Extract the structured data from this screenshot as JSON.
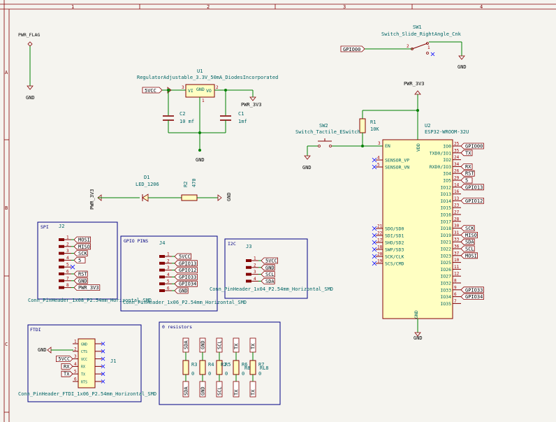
{
  "frame": {
    "cols": [
      "1",
      "2",
      "3",
      "4"
    ],
    "rows": [
      "A",
      "B",
      "C"
    ]
  },
  "pwr_flag": {
    "label": "PWR_FLAG",
    "gnd": "GND"
  },
  "u1": {
    "ref": "U1",
    "value": "RegulatorAdjustable_3.3V_50mA_DiodesIncorporated",
    "pins": {
      "vi": "VI",
      "gnd_pin": "GND",
      "vo": "VO",
      "p3": "3",
      "p2": "2",
      "p1": "1"
    },
    "in_label": "5VCC",
    "out_label": "PWR_3V3",
    "gnd": "GND"
  },
  "c2": {
    "ref": "C2",
    "value": "10 mf"
  },
  "c1": {
    "ref": "C1",
    "value": "1mf"
  },
  "sw1": {
    "ref": "SW1",
    "value": "Switch_Slide_RightAngle_Cnk",
    "label": "GPIO00",
    "p2": "2",
    "p1": "1",
    "gnd": "GND"
  },
  "sw2": {
    "ref": "SW2",
    "value": "Switch_Tactile_ESwitch",
    "gnd": "GND"
  },
  "r1": {
    "ref": "R1",
    "value": "10K"
  },
  "pwr3v3_top": "PWR_3V3",
  "d1": {
    "ref": "D1",
    "value": "LED_1206",
    "left_net": "PWR_3V3"
  },
  "r2": {
    "ref": "R2",
    "value": "470",
    "gnd": "GND"
  },
  "u2": {
    "ref": "U2",
    "value": "ESP32-WROOM-32U",
    "vdd": "VDD",
    "gnd_name": "GND",
    "gnd": "GND",
    "en": {
      "name": "EN",
      "num": "3"
    },
    "left_pins": [
      {
        "name": "SENSOR_VP",
        "num": "4"
      },
      {
        "name": "SENSOR_VN",
        "num": "5"
      },
      {
        "name": "SDO/SD0",
        "num": "21"
      },
      {
        "name": "SDI/SD1",
        "num": "22"
      },
      {
        "name": "SHD/SD2",
        "num": "17"
      },
      {
        "name": "SWP/SD3",
        "num": "18"
      },
      {
        "name": "SCK/CLK",
        "num": "20"
      },
      {
        "name": "SCS/CMD",
        "num": "19"
      }
    ],
    "right_pins": [
      {
        "name": "IO0",
        "num": "25",
        "label": "GPIO00"
      },
      {
        "name": "TXD0/IO1",
        "num": "35",
        "label": "TX"
      },
      {
        "name": "IO2",
        "num": "24",
        "label": ""
      },
      {
        "name": "RXD0/IO3",
        "num": "34",
        "label": "RX"
      },
      {
        "name": "IO4",
        "num": "26",
        "label": "RST"
      },
      {
        "name": "IO5",
        "num": "29",
        "label": "5"
      },
      {
        "name": "IO12",
        "num": "14",
        "label": "GPIO13"
      },
      {
        "name": "IO13",
        "num": "16",
        "label": ""
      },
      {
        "name": "IO14",
        "num": "13",
        "label": "GPIO12"
      },
      {
        "name": "IO15",
        "num": "23",
        "label": ""
      },
      {
        "name": "IO16",
        "num": "27",
        "label": ""
      },
      {
        "name": "IO17",
        "num": "28",
        "label": ""
      },
      {
        "name": "IO18",
        "num": "30",
        "label": "SCK"
      },
      {
        "name": "IO19",
        "num": "31",
        "label": "MISO"
      },
      {
        "name": "IO21",
        "num": "33",
        "label": "SDA"
      },
      {
        "name": "IO22",
        "num": "36",
        "label": "SCL"
      },
      {
        "name": "IO23",
        "num": "37",
        "label": "MOSI"
      },
      {
        "name": "IO25",
        "num": "10",
        "label": ""
      },
      {
        "name": "IO26",
        "num": "11",
        "label": ""
      },
      {
        "name": "IO27",
        "num": "12",
        "label": ""
      },
      {
        "name": "IO32",
        "num": "8",
        "label": ""
      },
      {
        "name": "IO33",
        "num": "9",
        "label": "GPIO33"
      },
      {
        "name": "IO34",
        "num": "6",
        "label": "GPIO34"
      },
      {
        "name": "IO35",
        "num": "7",
        "label": ""
      }
    ]
  },
  "spi": {
    "title": "SPI",
    "ref": "J2",
    "value": "Conn_PinHeader_1x08_P2.54mm_Horizontal_SMD",
    "pins": [
      {
        "num": "1",
        "label": "MOSI"
      },
      {
        "num": "2",
        "label": "MISO"
      },
      {
        "num": "3",
        "label": "SCK"
      },
      {
        "num": "4",
        "label": "5"
      },
      {
        "num": "5",
        "label": ""
      },
      {
        "num": "6",
        "label": "RST"
      },
      {
        "num": "7",
        "label": "GND"
      },
      {
        "num": "8",
        "label": "PWR_3V3"
      }
    ]
  },
  "gpio": {
    "title": "GPIO PINS",
    "ref": "J4",
    "value": "Conn_PinHeader_1x06_P2.54mm_Horizontal_SMD",
    "pins": [
      {
        "num": "1",
        "label": "5VCC"
      },
      {
        "num": "2",
        "label": "GPIO13"
      },
      {
        "num": "3",
        "label": "GPIO12"
      },
      {
        "num": "4",
        "label": "GPIO33"
      },
      {
        "num": "5",
        "label": "GPIO34"
      },
      {
        "num": "6",
        "label": "GND"
      }
    ]
  },
  "i2c": {
    "title": "I2C",
    "ref": "J3",
    "value": "Conn_PinHeader_1x04_P2.54mm_Horizontal_SMD",
    "pins": [
      {
        "num": "1",
        "label": "5VCC"
      },
      {
        "num": "2",
        "label": "GND"
      },
      {
        "num": "3",
        "label": "SCL"
      },
      {
        "num": "4",
        "label": "SDA"
      }
    ]
  },
  "ftdi": {
    "title": "FTDI",
    "ref": "J1",
    "value": "Conn_PinHeader_FTDI_1x06_P2.54mm_Horizontal_SMD",
    "gnd_label": "GND",
    "pins": [
      {
        "num": "1",
        "name": "GND",
        "label": ""
      },
      {
        "num": "2",
        "name": "CTS",
        "label": ""
      },
      {
        "num": "3",
        "name": "VCC",
        "label": "5VCC"
      },
      {
        "num": "4",
        "name": "RX",
        "label": "RX"
      },
      {
        "num": "5",
        "name": "TX",
        "label": "TX"
      },
      {
        "num": "6",
        "name": "RTS",
        "label": ""
      }
    ]
  },
  "zero": {
    "title": "0 resistors",
    "resistors": [
      {
        "top": "SDA",
        "bottom": "SDA",
        "ref": "R3",
        "value": "0"
      },
      {
        "top": "GND",
        "bottom": "GND",
        "ref": "R4",
        "value": "0"
      },
      {
        "top": "SCL",
        "bottom": "SCL",
        "ref": "R5",
        "value": "0"
      },
      {
        "top": "TX",
        "bottom": "TX",
        "ref": "R6",
        "value": "0"
      },
      {
        "top": "TX",
        "bottom": "TX",
        "ref": "R7",
        "value": "0"
      }
    ],
    "extra_refs": [
      "R2",
      "R8",
      "RL8"
    ]
  }
}
